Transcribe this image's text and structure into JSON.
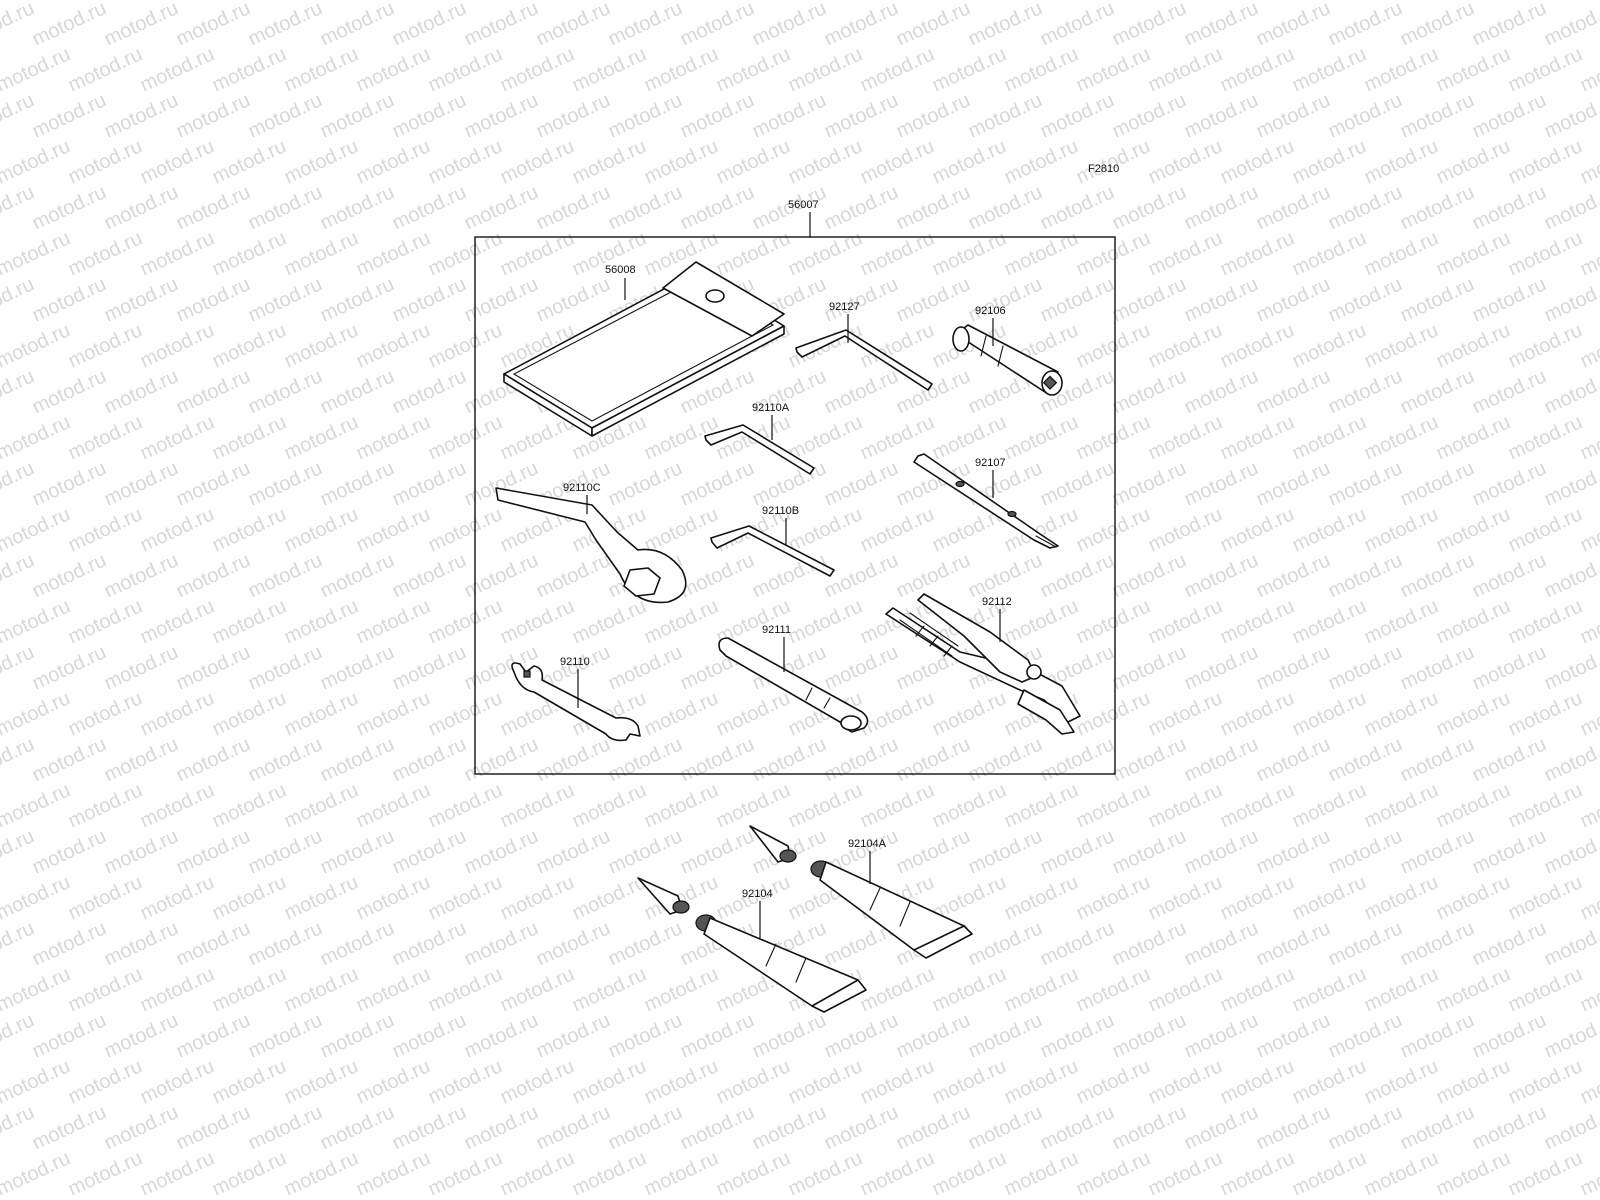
{
  "figure_code": "F2810",
  "watermark": "motod.ru",
  "parts": [
    {
      "id": "56007",
      "label": "56007"
    },
    {
      "id": "56008",
      "label": "56008"
    },
    {
      "id": "92127",
      "label": "92127"
    },
    {
      "id": "92106",
      "label": "92106"
    },
    {
      "id": "92110A",
      "label": "92110A"
    },
    {
      "id": "92110C",
      "label": "92110C"
    },
    {
      "id": "92107",
      "label": "92107"
    },
    {
      "id": "92110B",
      "label": "92110B"
    },
    {
      "id": "92112",
      "label": "92112"
    },
    {
      "id": "92111",
      "label": "92111"
    },
    {
      "id": "92110",
      "label": "92110"
    },
    {
      "id": "92104A",
      "label": "92104A"
    },
    {
      "id": "92104",
      "label": "92104"
    }
  ]
}
